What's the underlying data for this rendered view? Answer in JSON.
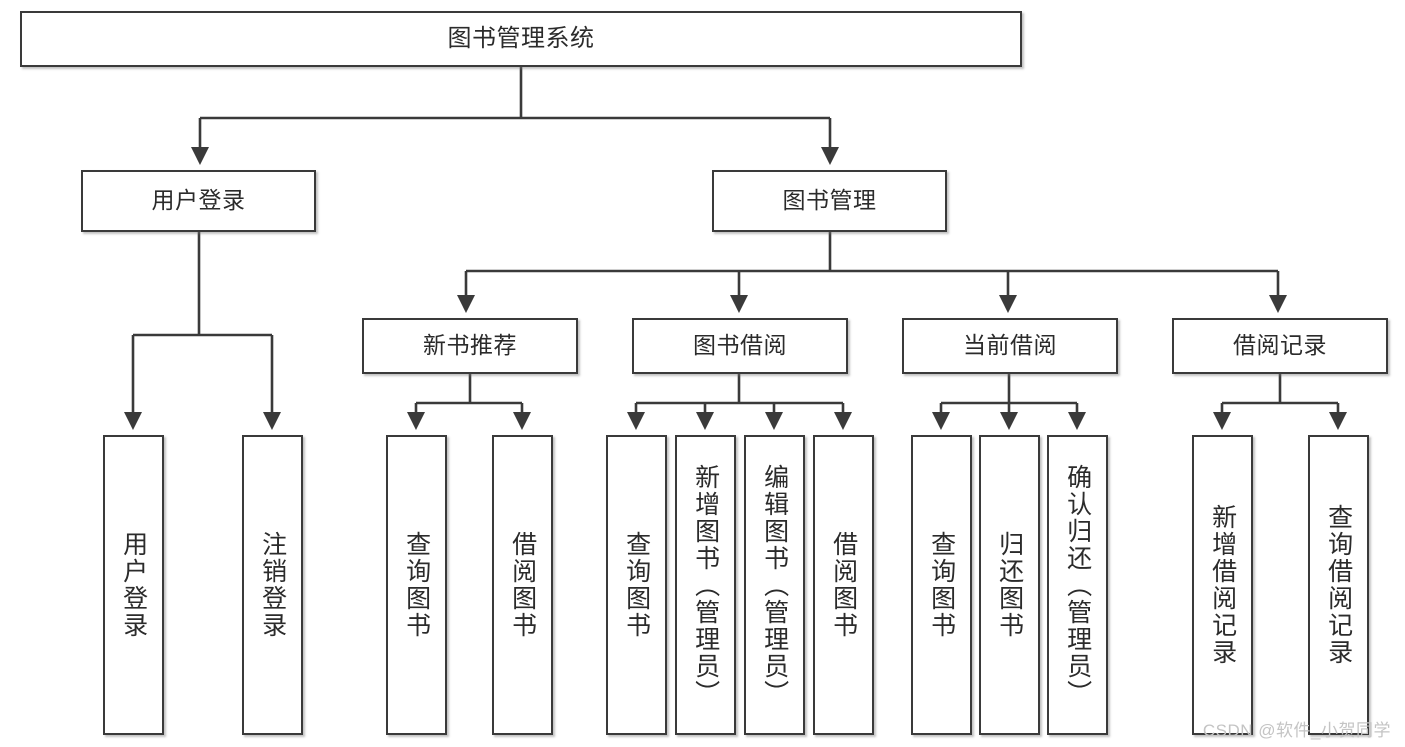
{
  "diagram": {
    "title": "图书管理系统",
    "type": "hierarchy-tree",
    "edge_color": "#3a3a3a",
    "node_border_color": "#3a3a3a",
    "node_fill_color": "#ffffff",
    "text_color": "#2b2b2b"
  },
  "nodes": {
    "root": {
      "label": "图书管理系统"
    },
    "level2": [
      {
        "label": "用户登录"
      },
      {
        "label": "图书管理"
      }
    ],
    "level3": [
      {
        "label": "新书推荐"
      },
      {
        "label": "图书借阅"
      },
      {
        "label": "当前借阅"
      },
      {
        "label": "借阅记录"
      }
    ],
    "leaves": [
      {
        "label": "用户登录"
      },
      {
        "label": "注销登录"
      },
      {
        "label": "查询图书"
      },
      {
        "label": "借阅图书"
      },
      {
        "label": "查询图书"
      },
      {
        "label": "新增图书（管理员）"
      },
      {
        "label": "编辑图书（管理员）"
      },
      {
        "label": "借阅图书"
      },
      {
        "label": "查询图书"
      },
      {
        "label": "归还图书"
      },
      {
        "label": "确认归还（管理员）"
      },
      {
        "label": "新增借阅记录"
      },
      {
        "label": "查询借阅记录"
      }
    ]
  },
  "watermark": {
    "text": "CSDN @软件_小贺同学"
  }
}
